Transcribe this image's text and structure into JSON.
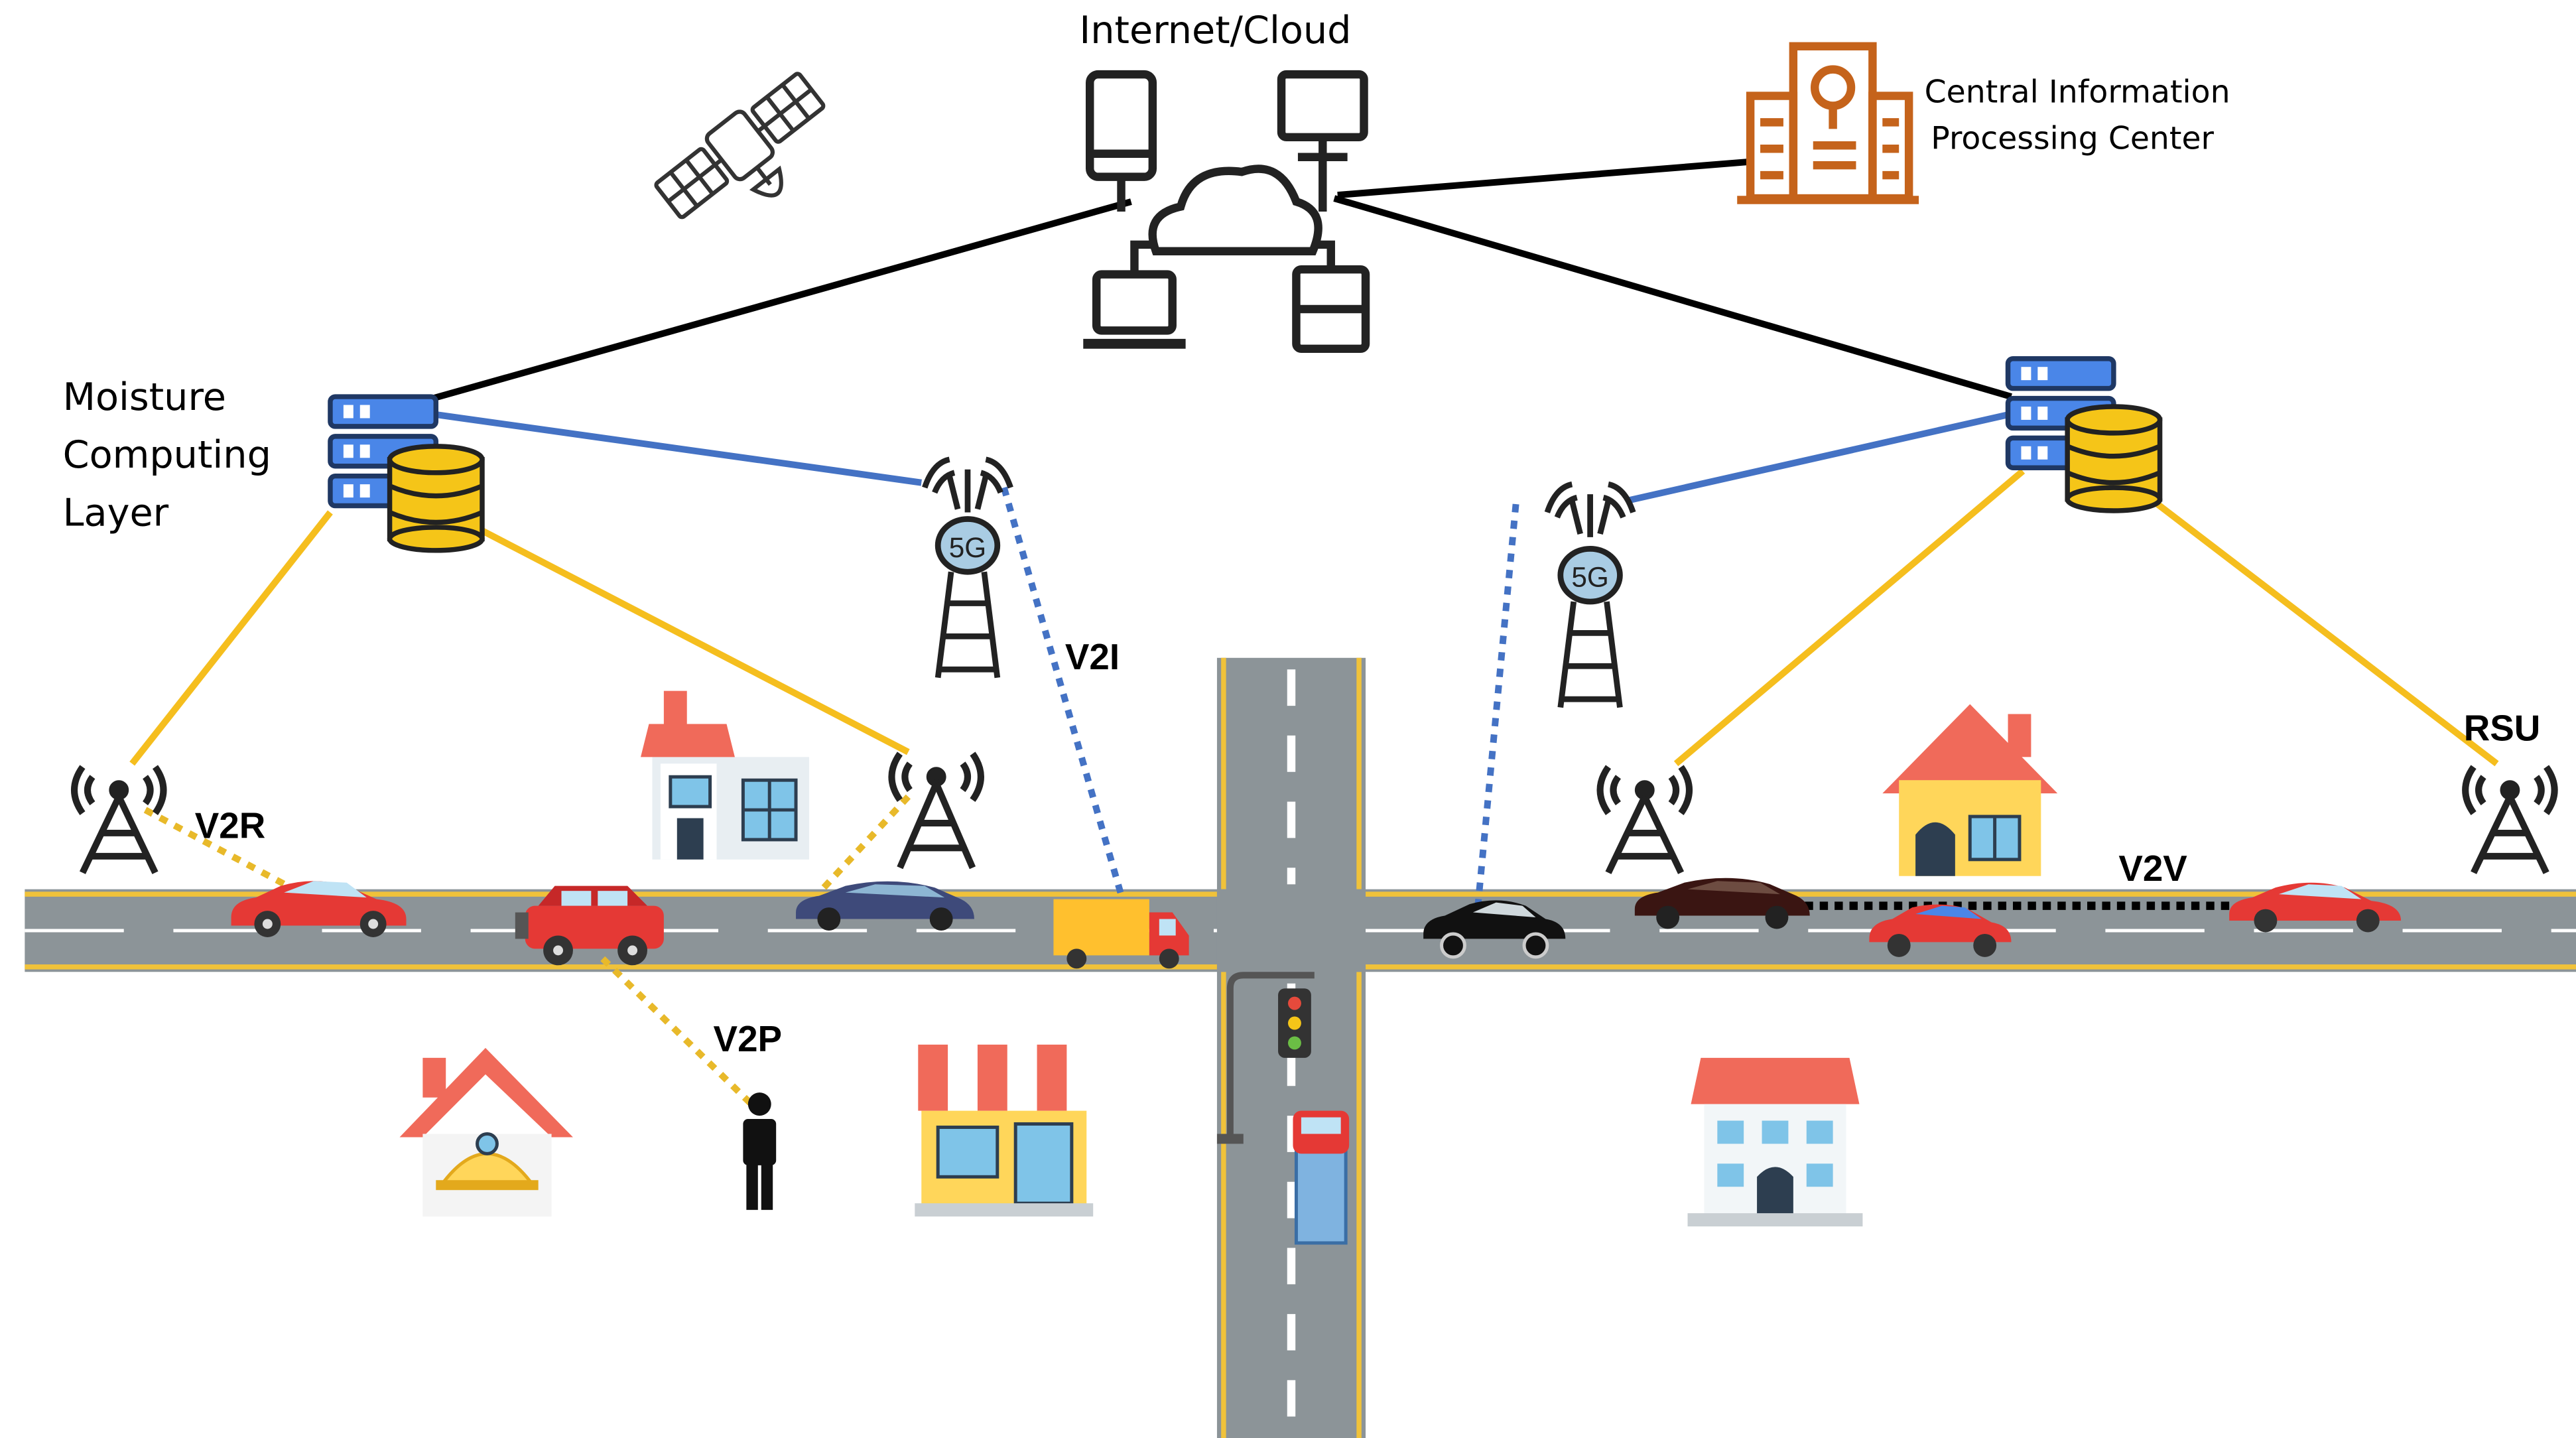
{
  "labels": {
    "cloud": "Internet/Cloud",
    "central_line1": "Central Information",
    "central_line2": "Processing Center",
    "layer_line1": "Moisture",
    "layer_line2": "Computing",
    "layer_line3": "Layer",
    "v2i": "V2I",
    "v2r": "V2R",
    "v2p": "V2P",
    "v2v": "V2V",
    "rsu": "RSU",
    "tower_5g_left": "5G",
    "tower_5g_right": "5G"
  },
  "colors": {
    "backbone_link": "#000000",
    "fiber_link": "#4472C4",
    "rsu_link": "#F5BE1E",
    "wireless_dotted_yellow": "#E8B92A",
    "wireless_dotted_blue": "#4472C4",
    "road": "#8C9498",
    "road_line": "#F0C23A",
    "central_center": "#C5631B"
  },
  "icons": {
    "satellite": "satellite-icon",
    "cloud": "cloud-network-icon",
    "central": "building-location-icon",
    "server": "server-database-icon",
    "tower_5g": "5g-tower-icon",
    "rsu": "radio-tower-icon",
    "traffic_light": "traffic-light-icon",
    "pedestrian": "person-icon"
  }
}
